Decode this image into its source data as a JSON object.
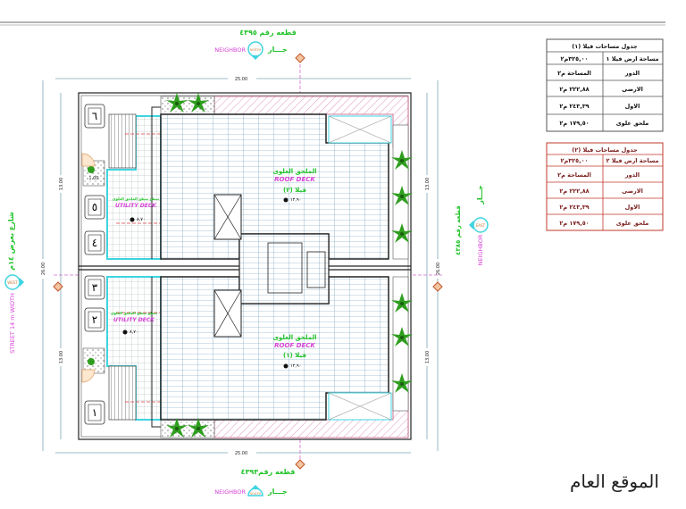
{
  "drawing": {
    "title": "الموقع العام",
    "top_neighbor": {
      "plot": "قطعه رقم ٤٣٩٥",
      "neighbor_en": "NEIGHBOR",
      "compass": "NORTH",
      "neighbor_ar": "جـــار"
    },
    "bottom_neighbor": {
      "plot": "قطعه رقم٤٣٩٣",
      "neighbor_en": "NEIGHBOR",
      "compass": "SOUTH",
      "neighbor_ar": "جـــار"
    },
    "east_neighbor": {
      "plot": "قطعه رقم ٤٣٨٥",
      "neighbor_en": "NEIGHBOR",
      "compass": "EAST",
      "neighbor_ar": "جـــار"
    },
    "west_street": {
      "street_ar": "شارع بعرض ١٤م",
      "street_en": "STREET 14 m WIDTH",
      "compass": "WEST"
    },
    "dimensions": {
      "width_top": "25.00",
      "width_bottom": "25.00",
      "depth_left": "26.00",
      "depth_right": "26.00",
      "half_left_top": "13.00",
      "half_left_bottom": "13.00",
      "half_right_top": "13.00",
      "half_right_bottom": "13.00",
      "small": "1.00"
    },
    "villa2": {
      "roof_ar": "الملحق العلوى",
      "roof_en": "ROOF DECK",
      "villa": "فيلا (٢)",
      "level": "١٢,٩٠",
      "utility_ar": "سطح سطح الملحق العلوى",
      "utility_en": "UTILITY DECK",
      "utility_level": "٨,٧٠",
      "parking": [
        "٦",
        "٥",
        "٤"
      ]
    },
    "villa1": {
      "roof_ar": "الملحق العلوى",
      "roof_en": "ROOF DECK",
      "villa": "فيلا (١)",
      "level": "١٢,٩٠",
      "utility_ar": "سطح سطح الملحق العلوى",
      "utility_en": "UTILITY DECK",
      "utility_level": "٨,٧٠",
      "parking": [
        "٣",
        "٢",
        "١"
      ]
    }
  },
  "tables": [
    {
      "title": "جدول مساحات فيلا (١)",
      "land_label": "مساحة ارض فيلا ١",
      "land_value": "٣٢٥,٠٠م٢",
      "header": [
        "الدور",
        "المساحة م٢"
      ],
      "rows": [
        [
          "الارضى",
          "٢٢٢,٨٨ م٢"
        ],
        [
          "الاول",
          "٢٤٣,٣٩ م٢"
        ],
        [
          "ملحق علوى",
          "١٧٩,٥٠ م٢"
        ]
      ],
      "color": "#555555"
    },
    {
      "title": "جدول مساحات فيلا (٢)",
      "land_label": "مساحة ارض فيلا ٢",
      "land_value": "٣٢٥,٠٠م٢",
      "header": [
        "الدور",
        "المساحة م٢"
      ],
      "rows": [
        [
          "الارضى",
          "٢٢٢,٨٨ م٢"
        ],
        [
          "الاول",
          "٢٤٣,٣٩ م٢"
        ],
        [
          "ملحق علوى",
          "١٧٩,٥٠ م٢"
        ]
      ],
      "color": "#c0392b"
    }
  ]
}
